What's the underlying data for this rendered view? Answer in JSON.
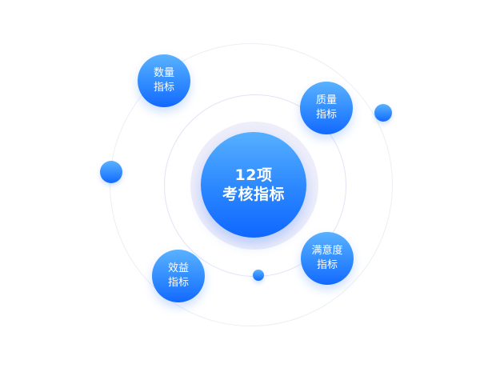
{
  "diagram": {
    "center": {
      "line1": "12项",
      "line2": "考核指标"
    },
    "nodes": {
      "quantity": {
        "line1": "数量",
        "line2": "指标"
      },
      "quality": {
        "line1": "质量",
        "line2": "指标"
      },
      "benefit": {
        "line1": "效益",
        "line2": "指标"
      },
      "satisfaction": {
        "line1": "满意度",
        "line2": "指标"
      }
    }
  }
}
